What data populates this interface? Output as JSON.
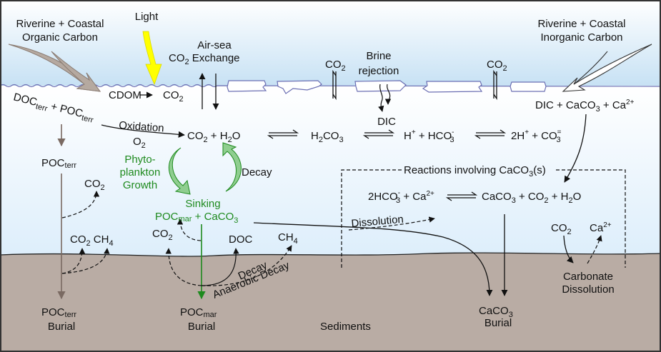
{
  "diagram": {
    "title": "Coastal and polar ocean carbon cycle",
    "colors": {
      "sky_top": "#c8e2f4",
      "water": "#eef6fd",
      "sediment": "#b9aca4",
      "surface_line": "#6b6fb3",
      "light_arrow": "#ffff00",
      "organic_arrow": "#b5a9a0",
      "terr_arrow": "#7a6a62",
      "biology_green": "#1e8a1e",
      "growth_arrow_fill": "#8fce8f",
      "ink": "#111111"
    },
    "labels": {
      "riverine_organic_1": "Riverine + Coastal",
      "riverine_organic_2": "Organic Carbon",
      "light": "Light",
      "airsea_1": "Air-sea",
      "airsea_2a": "CO",
      "airsea_2sub": "2",
      "airsea_2b": " Exchange",
      "brine_1": "Brine",
      "brine_2": "rejection",
      "dic_brine": "DIC",
      "riverine_inorganic_1": "Riverine + Coastal",
      "riverine_inorganic_2": "Inorganic Carbon",
      "co2_ice_left": "CO",
      "co2_ice_right": "CO",
      "two": "2",
      "cdom": "CDOM",
      "co2": "CO",
      "doc_terr": "DOC",
      "poc_terr": "POC",
      "terr": "terr",
      "oxidation": "Oxidation",
      "o2": "O",
      "co2_h2o_a": "CO",
      "co2_h2o_b": " + H",
      "co2_h2o_c": "O",
      "h2co3_a": "H",
      "h2co3_b": "CO",
      "h2co3_c": "3",
      "hplus": "H",
      "plus": "+",
      "hco3": " + HCO",
      "minus": "-",
      "three": "3",
      "two_hplus": "2H",
      "co3": " + CO",
      "double_minus": "=",
      "dic_caco3": "DIC + CaCO",
      "plus_ca": " +  Ca",
      "two_plus": "2+",
      "poc_terr_mid": "POC",
      "co2_mid": "CO",
      "co2_ch4_a": "CO",
      "ch4": "CH",
      "four": "4",
      "phyto_1": "Phyto-",
      "phyto_2": "plankton",
      "phyto_3": "Growth",
      "decay_upper": "Decay",
      "sinking": "Sinking",
      "poc_mar": "POC",
      "mar": "mar",
      "plus_caco3": " + CaCO",
      "doc": "DOC",
      "decay_lower": "Decay",
      "anaerobic_decay": "Anaerobic Decay",
      "reactions_box": "Reactions involving CaCO",
      "reactions_box_s": "(s)",
      "rx_left": "2HCO",
      "rx_ca": " + Ca",
      "rx_right_a": "CaCO",
      "rx_right_b": " + CO",
      "rx_right_c": " + H",
      "rx_right_d": "O",
      "dissolution": "Dissolution",
      "co2_right": "CO",
      "ca_right": "Ca",
      "carbonate_1": "Carbonate",
      "carbonate_2": "Dissolution",
      "burial": "Burial",
      "caco3_burial_a": "CaCO",
      "sediments": "Sediments"
    }
  }
}
